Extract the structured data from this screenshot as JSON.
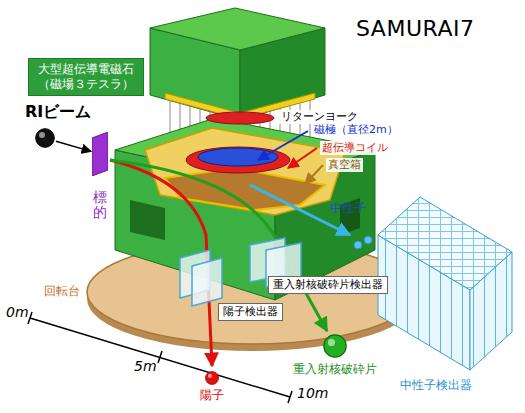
{
  "diagram": {
    "title": "SAMURAI7",
    "nodes": [
      {
        "text": [
          "大型超伝導電磁石 （磁場３テスラ）"
        ]
      },
      {
        "text": [
          "標的"
        ]
      },
      {
        "text": [
          "陽子検出器"
        ]
      },
      {
        "text": [
          "重入射核破砕片検出器"
        ]
      },
      {
        "text": [
          "陽子"
        ]
      },
      {
        "text": [
          "重入射核破砕片"
        ]
      },
      {
        "text": [
          "中性子検出器"
        ]
      },
      {
        "text": [
          "RIビーム"
        ]
      }
    ],
    "edges": [
      {
        "from": 7,
        "to": 1,
        "arrow": "to"
      }
    ],
    "labels": [
      "リターンヨーク",
      "磁極（直径2m）",
      "超伝導コイル",
      "真空箱",
      "中性子",
      "回転台",
      "0m",
      "5m",
      "10m"
    ]
  }
}
